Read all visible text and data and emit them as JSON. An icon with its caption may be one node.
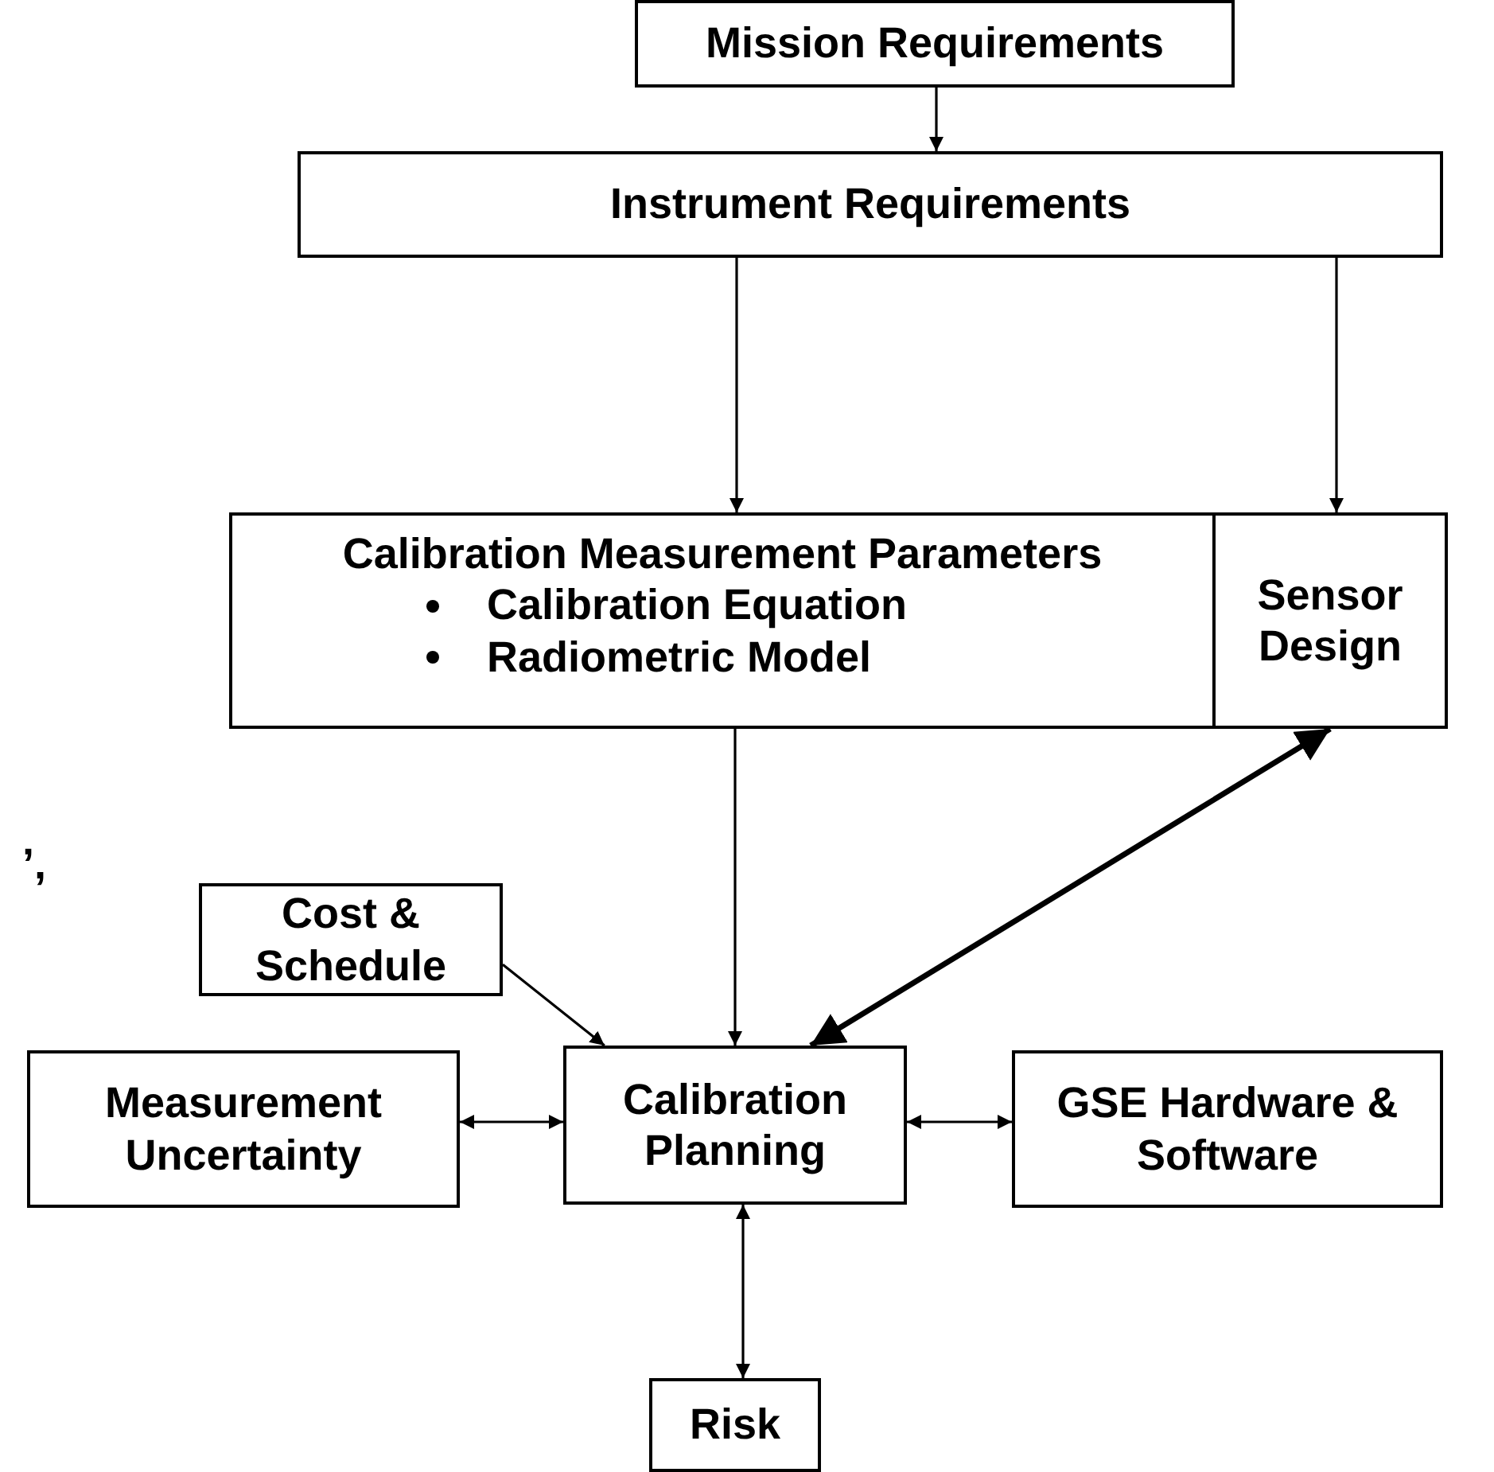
{
  "diagram": {
    "nodes": [
      {
        "text": [
          "Mission Requirements"
        ]
      },
      {
        "text": [
          "Instrument Requirements"
        ]
      },
      {
        "text": [
          "Calibration Measurement Parameters",
          "Calibration Equation",
          "Radiometric Model"
        ]
      },
      {
        "text": [
          "Sensor Design"
        ]
      },
      {
        "text": [
          "Cost & Schedule"
        ]
      },
      {
        "text": [
          "Measurement Uncertainty"
        ]
      },
      {
        "text": [
          "Calibration Planning"
        ]
      },
      {
        "text": [
          "GSE Hardware & Software"
        ]
      },
      {
        "text": [
          "Risk"
        ]
      }
    ],
    "edges": [
      {
        "from": 0,
        "to": 1,
        "arrow": "to"
      },
      {
        "from": 1,
        "to": 2,
        "arrow": "to"
      },
      {
        "from": 1,
        "to": 3,
        "arrow": "to"
      },
      {
        "from": 2,
        "to": 6,
        "arrow": "to"
      },
      {
        "from": 6,
        "to": 3,
        "arrow": "both",
        "style": "thick"
      },
      {
        "from": 4,
        "to": 6,
        "arrow": "to"
      },
      {
        "from": 5,
        "to": 6,
        "arrow": "both"
      },
      {
        "from": 6,
        "to": 7,
        "arrow": "both"
      },
      {
        "from": 6,
        "to": 8,
        "arrow": "both"
      }
    ],
    "labels": [
      "’,"
    ]
  }
}
